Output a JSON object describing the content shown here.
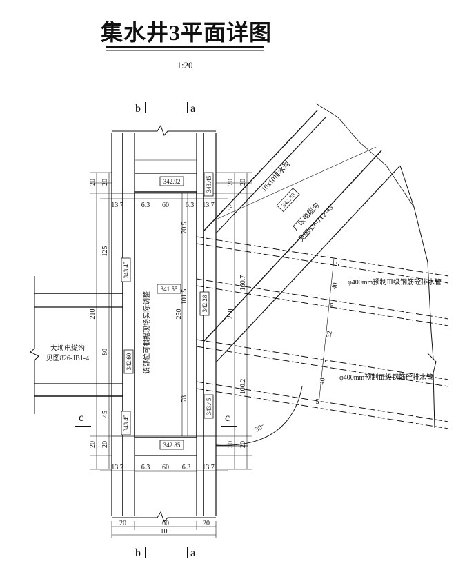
{
  "title": "集水井3平面详图",
  "scale": "1:20",
  "section_marks": {
    "b": "b",
    "a": "a",
    "c": "c"
  },
  "top_dims": [
    "20",
    "20"
  ],
  "row_dims_top": [
    "13.7",
    "6.3",
    "60",
    "6.3",
    "13.7"
  ],
  "row_dims_bottom": [
    "13.7",
    "6.3",
    "60",
    "6.3",
    "13.7"
  ],
  "bottom_dims": [
    "20",
    "60",
    "20"
  ],
  "bottom_total": "100",
  "left_vertical_dims": [
    "20",
    "20",
    "125",
    "210",
    "80",
    "45",
    "20",
    "20"
  ],
  "inner_vertical_dims": [
    "70.5",
    "101.5",
    "250",
    "78"
  ],
  "right_vertical_dims": [
    "20",
    "20",
    "52",
    "160.7",
    "250",
    "100.2",
    "30",
    "20"
  ],
  "angle_label": "30°",
  "pipe_dims": [
    "40",
    "52",
    "40"
  ],
  "pipe_small_dims": [
    "5",
    "5",
    "5",
    "5"
  ],
  "elevations": {
    "top_floor": "342.92",
    "center": "341.55",
    "right_wall": "342.28",
    "left_wall": "342.60",
    "bottom_floor": "342.85",
    "right_top": "343.45",
    "left_top": "343.45",
    "left_bottom": "343.45",
    "right_bottom": "343.45",
    "channel": "342.38"
  },
  "notes": {
    "adjust": "该部位可根据现场实际调整",
    "dam_channel_line1": "大坝电缆沟",
    "dam_channel_line2": "见图826-JB1-4",
    "plant_channel_line1": "厂区电缆沟",
    "plant_channel_line2": "见图826-JY2-45",
    "cover": "10x10排水沟",
    "pipe1": "φ400mm预制Ⅲ级钢筋砼排水管",
    "pipe2": "φ400mm预制Ⅲ级钢筋砼排水管"
  }
}
